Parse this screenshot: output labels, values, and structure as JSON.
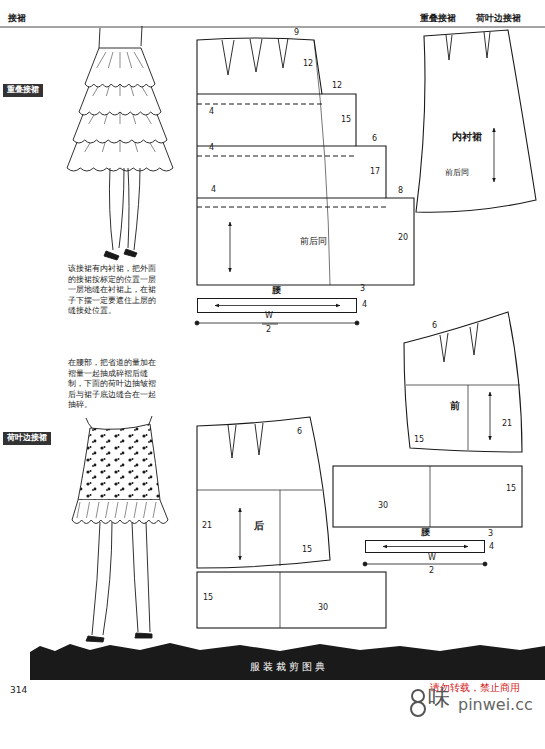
{
  "diagram": {
    "nodes": [
      {
        "text": [
          "重叠接裙"
        ]
      },
      {
        "text": [
          "腰"
        ]
      },
      {
        "text": [
          "荷叶边接裙"
        ]
      },
      {
        "text": [
          "腰"
        ]
      },
      {
        "text": [
          "服 装 裁 剪 图 典"
        ]
      }
    ],
    "labels": [
      "接裙",
      "重叠接裙",
      "荷叶边接裙",
      "9",
      "12",
      "4",
      "12",
      "15",
      "4",
      "6",
      "17",
      "4",
      "8",
      "20",
      "前后同",
      "内衬裙",
      "前后同",
      "3",
      "4",
      "W",
      "2",
      "该接裙有内衬裙，把外面的接裙按标定的位置一层一层地缝在衬裙上，在裙子下摆一定要遮住上层的缝接处位置。",
      "在腰部，把省道的量加在褶量一起抽成碎褶后缝制，下面的荷叶边抽皱褶后与裙子底边缝合在一起抽碎。",
      "6",
      "21",
      "后",
      "15",
      "15",
      "30",
      "6",
      "前",
      "21",
      "15",
      "15",
      "30",
      "3",
      "4",
      "W",
      "2",
      "314",
      "请勿转载，禁止商用",
      "味",
      "pinwei.cc"
    ]
  }
}
